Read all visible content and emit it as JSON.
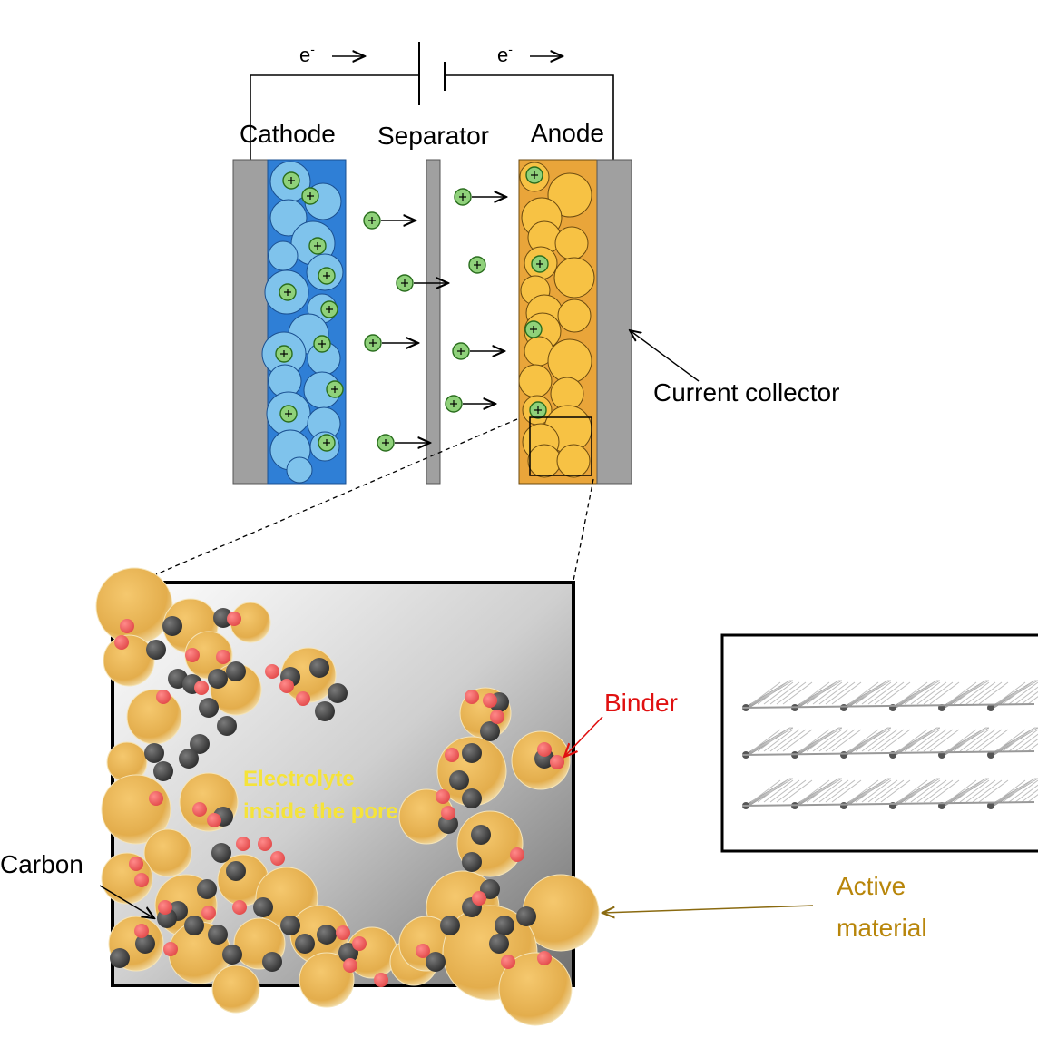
{
  "labels": {
    "electron_left": "e",
    "electron_right": "e",
    "electron_superscript": "-",
    "cathode": "Cathode",
    "separator": "Separator",
    "anode": "Anode",
    "current_collector": "Current collector",
    "binder": "Binder",
    "electrolyte_line1": "Electrolyte",
    "electrolyte_line2": "inside the pore",
    "carbon": "Carbon",
    "active_material_line1": "Active",
    "active_material_line2": "material"
  },
  "colors": {
    "collector": "#a0a0a0",
    "cathode_bg": "#2f7fd6",
    "cathode_particle": "#7fc3ec",
    "anode_bg": "#e9a53a",
    "anode_particle": "#f7c244",
    "ion": "#8fd17a",
    "binder": "#f06a6a",
    "carbon": "#4a4a4a",
    "active_particle": "#eab657",
    "binder_label": "#e01010",
    "electrolyte_label": "#f5e33a",
    "active_label": "#b8860b"
  },
  "icons": {
    "battery_symbol": "battery-icon",
    "ion_symbol": "lithium-ion-icon",
    "layered_structure": "layered-sheets-icon"
  }
}
